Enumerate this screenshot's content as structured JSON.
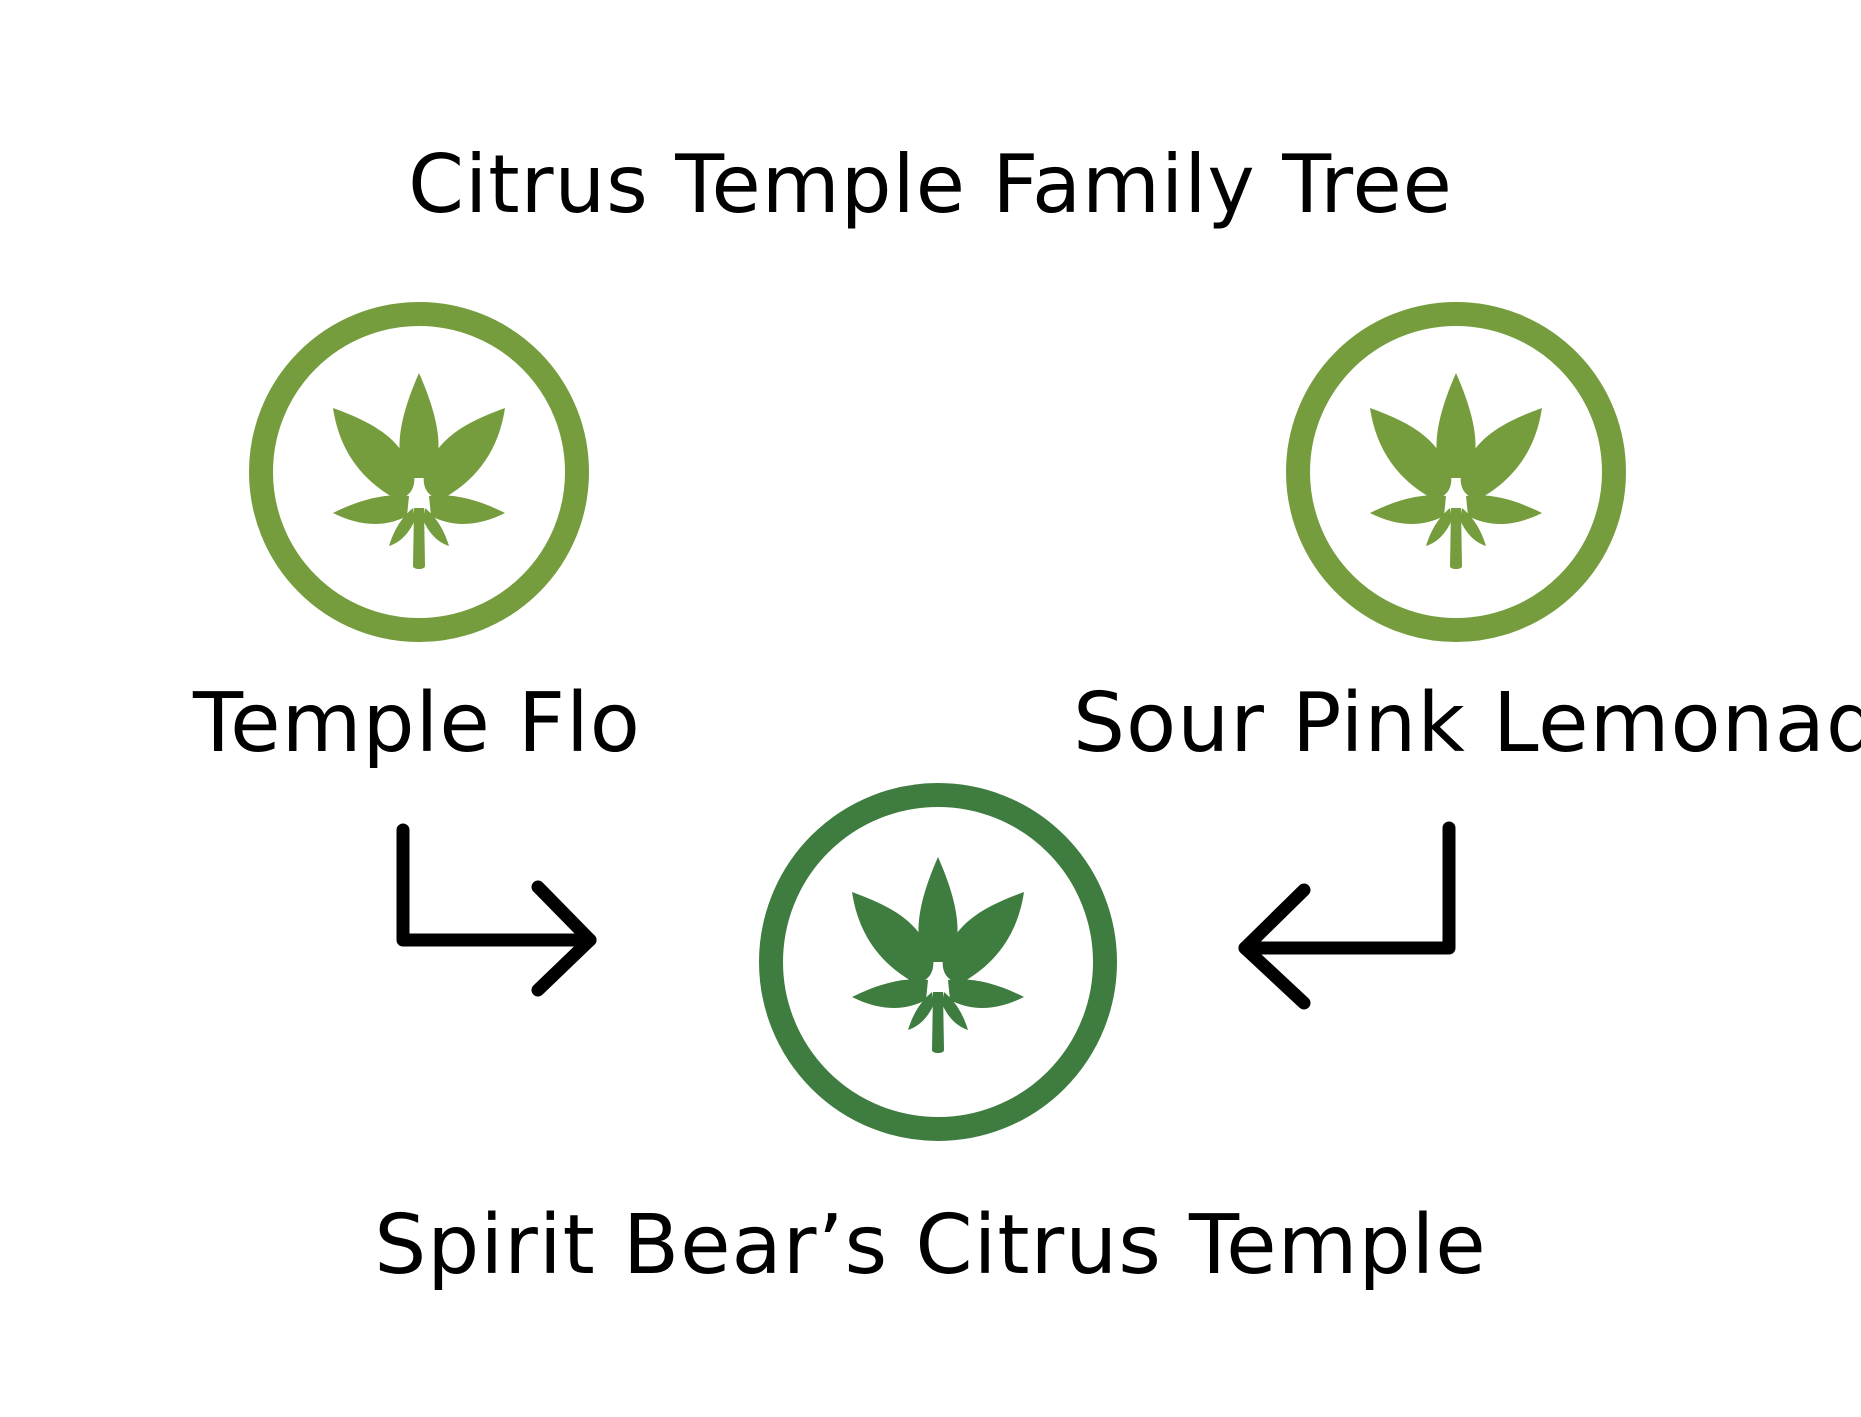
{
  "title": "Citrus Temple Family Tree",
  "parents": [
    {
      "name": "Temple Flo",
      "icon": "cannabis-leaf-icon",
      "color": "#759d3d"
    },
    {
      "name": "Sour Pink Lemonade",
      "icon": "cannabis-leaf-icon",
      "color": "#759d3d"
    }
  ],
  "child": {
    "name": "Spirit Bear’s Citrus Temple",
    "icon": "cannabis-leaf-icon",
    "color": "#3e7c40"
  },
  "arrow_color": "#000000"
}
